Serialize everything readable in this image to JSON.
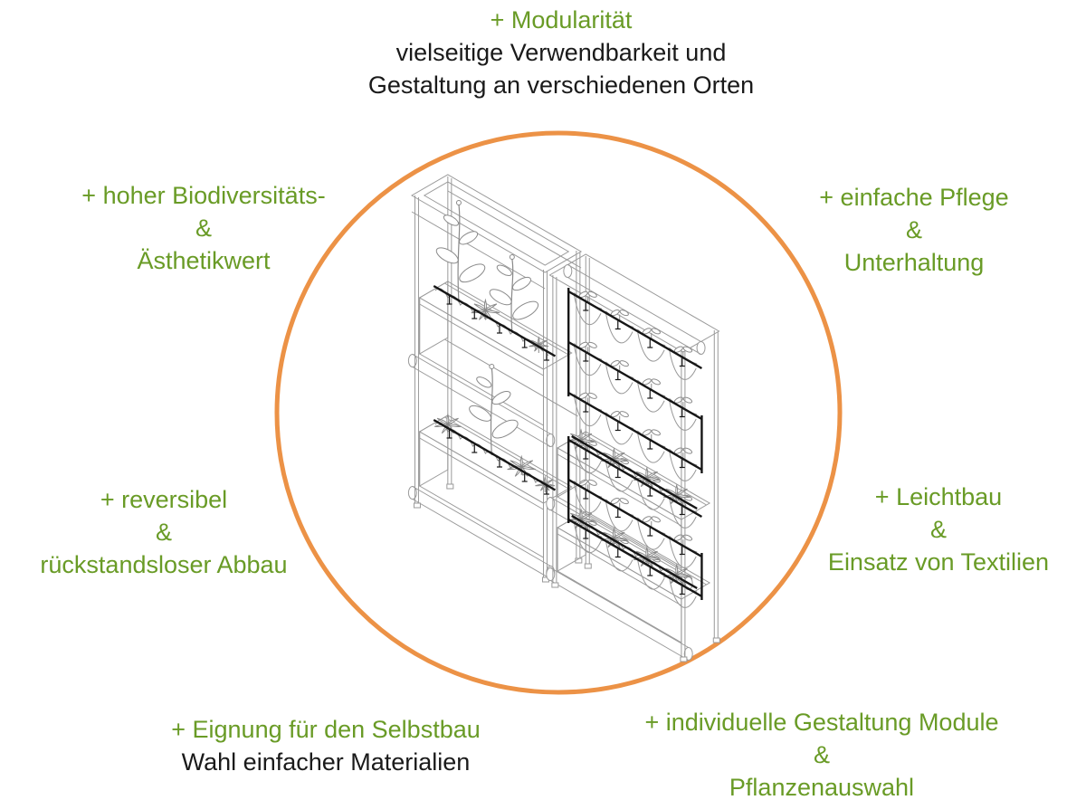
{
  "colors": {
    "green": "#699b26",
    "ink": "#1a1a1a",
    "orange": "#ec9246"
  },
  "labels": {
    "top": {
      "line1": "+ Modularität",
      "line2": "vielseitige Verwendbarkeit und",
      "line3": "Gestaltung an verschiedenen Orten"
    },
    "left_upper": {
      "line1": "+ hoher Biodiversitäts-",
      "line2": "&",
      "line3": "Ästhetikwert"
    },
    "right_upper": {
      "line1": "+ einfache Pflege",
      "line2": "&",
      "line3": "Unterhaltung"
    },
    "left_lower": {
      "line1": "+ reversibel",
      "line2": "&",
      "line3": "rückstandsloser Abbau"
    },
    "right_lower": {
      "line1": "+ Leichtbau",
      "line2": "&",
      "line3": "Einsatz von Textilien"
    },
    "bottom_left": {
      "line1": "+ Eignung für den Selbstbau",
      "line2": "Wahl einfacher Materialien"
    },
    "bottom_right": {
      "line1": "+ individuelle Gestaltung Module",
      "line2": "&",
      "line3": "Pflanzenauswahl"
    }
  },
  "illustration": {
    "subject": "modulares Pflanzenregal mit Trögen und Textiltaschen"
  }
}
